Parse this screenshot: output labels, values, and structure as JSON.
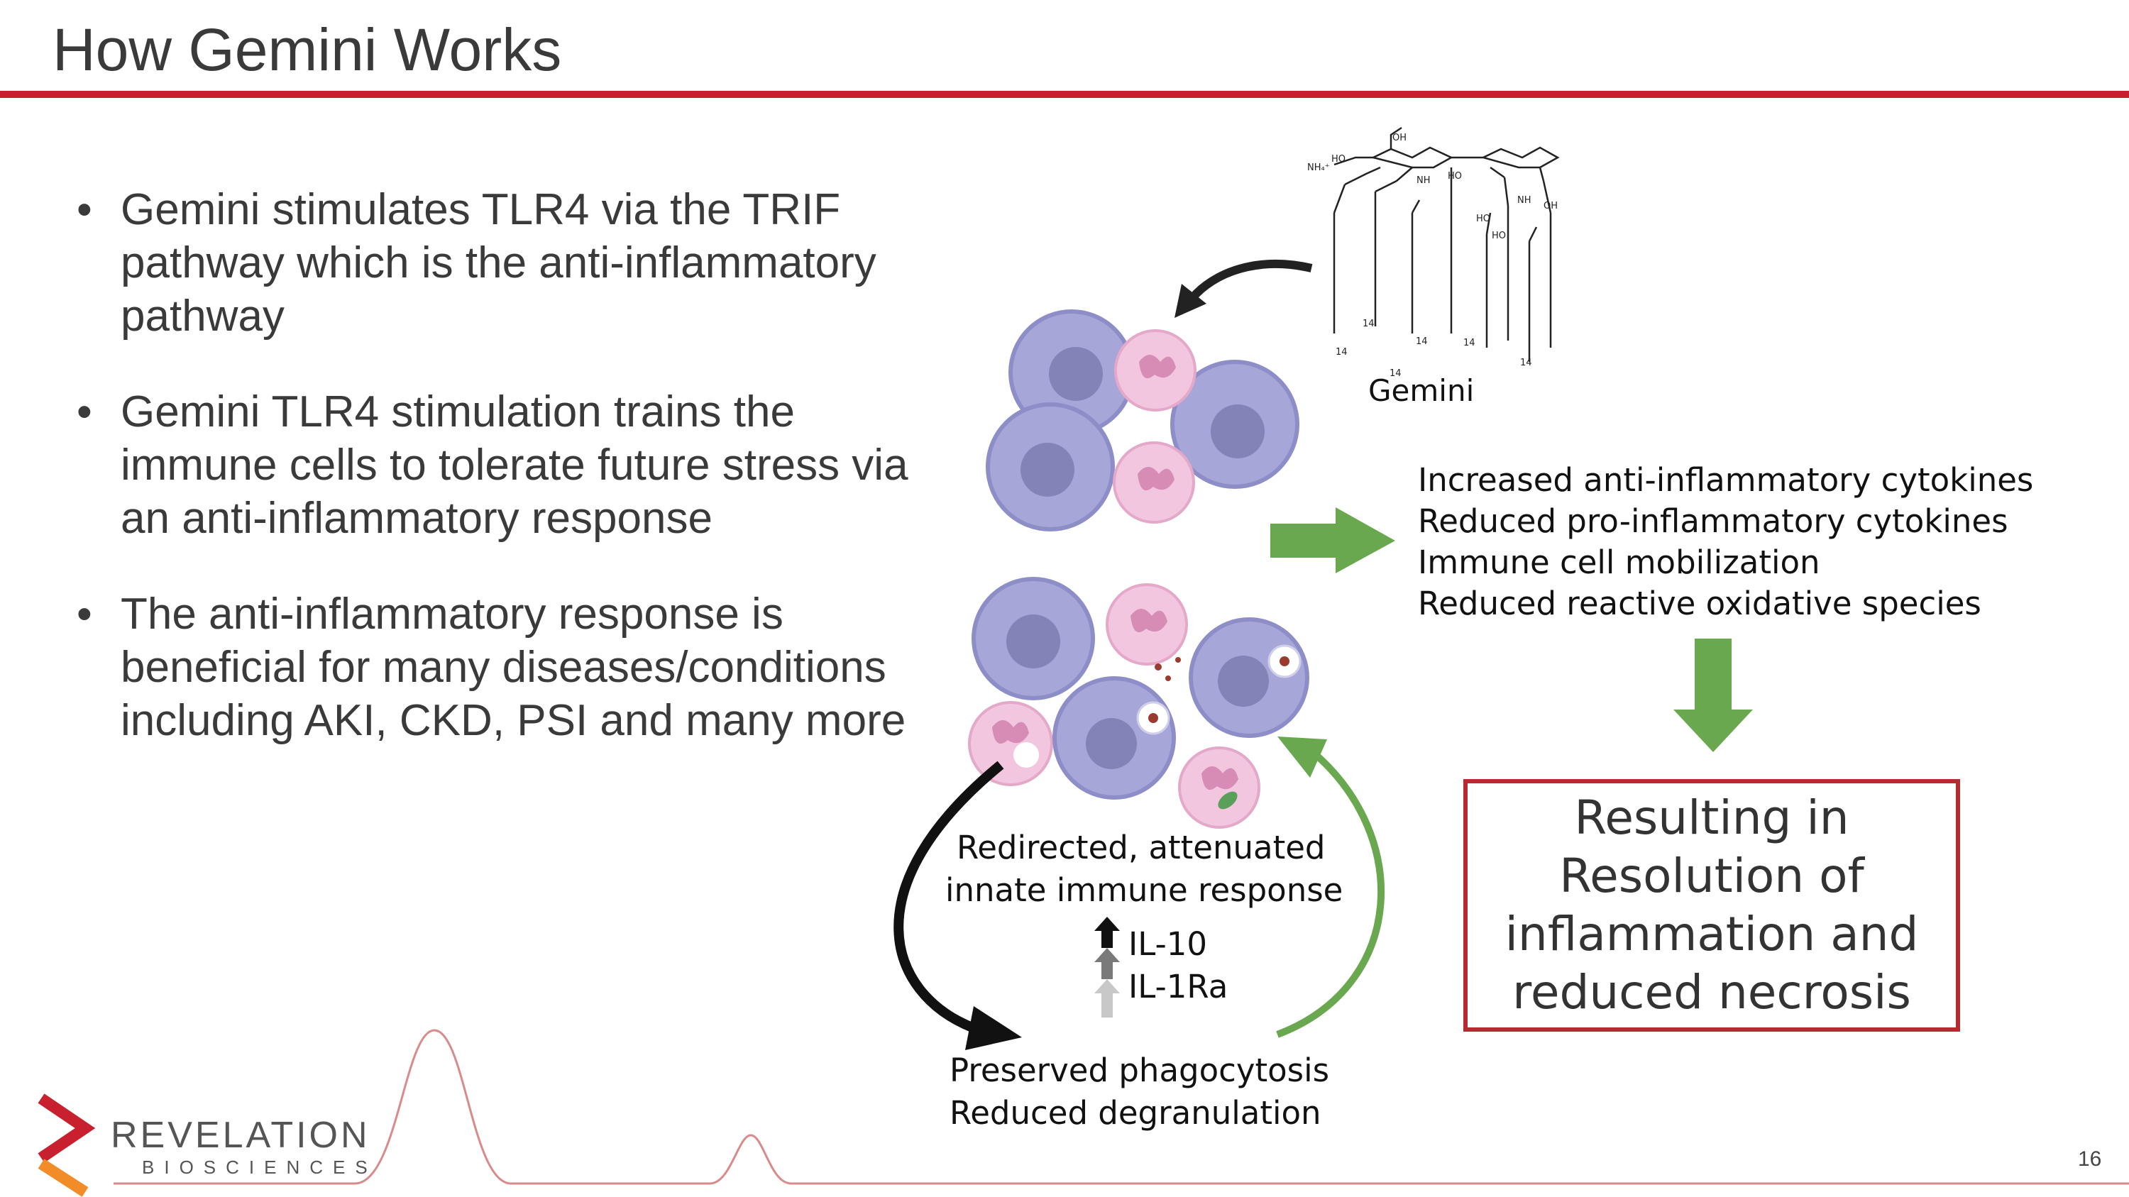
{
  "slide": {
    "title": "How Gemini Works",
    "page_number": "16",
    "bullet_marker": "•",
    "bullets": [
      {
        "text": "Gemini stimulates TLR4 via the TRIF pathway which is the anti-inflammatory pathway"
      },
      {
        "text": "Gemini TLR4 stimulation trains the immune cells to tolerate future stress via an anti-inflammatory response"
      },
      {
        "text": "The anti-inflammatory response is beneficial for many diseases/conditions including AKI, CKD, PSI and many more"
      }
    ]
  },
  "diagram": {
    "molecule_label": "Gemini",
    "molecule_text": {
      "nh4": "NH₄⁺",
      "ho": "HO",
      "oh": "OH",
      "nh": "NH",
      "chain_length": "14"
    },
    "effects": [
      "Increased anti-inflammatory cytokines",
      "Reduced pro-inflammatory cytokines",
      "Immune cell mobilization",
      "Reduced reactive oxidative species"
    ],
    "result": "Resulting in Resolution of inflammation and reduced necrosis",
    "response_line1": "Redirected, attenuated",
    "response_line2": "innate immune response",
    "cytokine_1": "IL-10",
    "cytokine_2": "IL-1Ra",
    "outcome_line1": "Preserved phagocytosis",
    "outcome_line2": "Reduced degranulation"
  },
  "logo": {
    "name": "REVELATION",
    "sub": "BIOSCIENCES"
  },
  "colors": {
    "accent_red": "#c8202f",
    "arrow_green": "#6aa84f",
    "cell_purple": "#a6a6d8",
    "cell_pink": "#f2c6df"
  }
}
